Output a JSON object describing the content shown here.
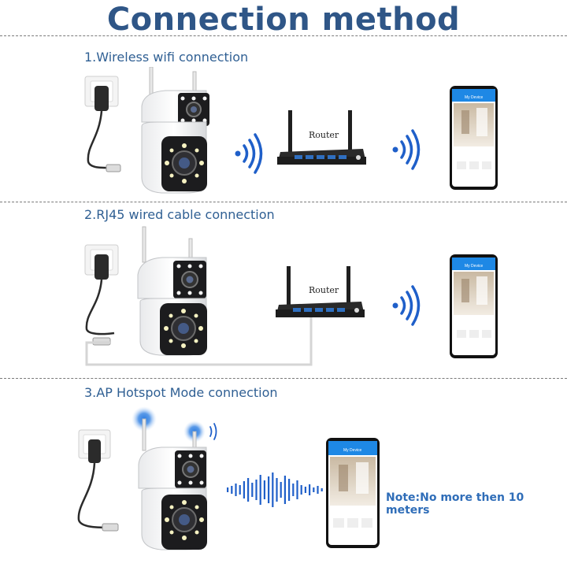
{
  "page": {
    "title": "Connection method"
  },
  "sections": [
    {
      "title": "1.Wireless wifi connection",
      "router_label": "Router",
      "phone_header": "My Device"
    },
    {
      "title": "2.RJ45 wired cable connection",
      "router_label": "Router",
      "phone_header": "My Device"
    },
    {
      "title": "3.AP Hotspot Mode connection",
      "phone_header": "My Device"
    }
  ],
  "note": "Note:No more then 10 meters",
  "colors": {
    "title": "#2f5687",
    "section_title": "#2f5f93",
    "wifi_blue": "#1f5fc9",
    "phone_blue": "#1e88e5",
    "note": "#2f6db8"
  },
  "icons": [
    "power-adapter-icon",
    "camera-icon",
    "router-icon",
    "wifi-signal-icon",
    "smartphone-icon",
    "sound-wave-icon"
  ]
}
